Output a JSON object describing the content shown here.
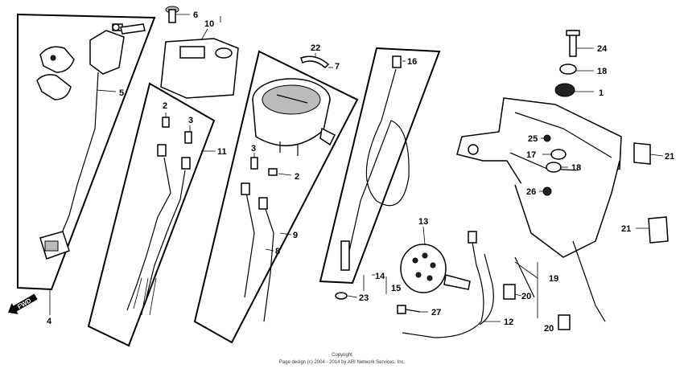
{
  "callouts": {
    "c1": "1",
    "c2a": "2",
    "c2b": "2",
    "c3a": "3",
    "c3b": "3",
    "c4": "4",
    "c5": "5",
    "c6": "6",
    "c7": "7",
    "c8": "8",
    "c9": "9",
    "c10": "10",
    "c11": "11",
    "c12": "12",
    "c13": "13",
    "c14": "14",
    "c15": "15",
    "c16": "16",
    "c17": "17",
    "c18a": "18",
    "c18b": "18",
    "c19": "19",
    "c20a": "20",
    "c20b": "20",
    "c21a": "21",
    "c21b": "21",
    "c22": "22",
    "c23": "23",
    "c24": "24",
    "c25": "25",
    "c26": "26",
    "c27": "27"
  },
  "fwd_label": "FWD",
  "footer": {
    "line1": "Copyright",
    "line2": "Page design (c) 2004 - 2014 by ARI Network Services, Inc."
  }
}
